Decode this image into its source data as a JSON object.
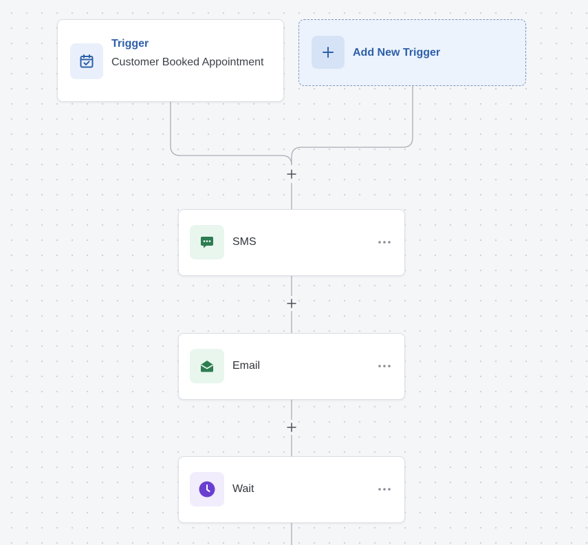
{
  "trigger": {
    "title": "Trigger",
    "description": "Customer Booked Appointment",
    "icon": "calendar-check-icon"
  },
  "add_trigger": {
    "label": "Add New Trigger",
    "icon": "plus-icon"
  },
  "steps": [
    {
      "label": "SMS",
      "icon": "chat-bubble-icon",
      "accent": "#2e7d52",
      "icon_bg": "#e8f6ee"
    },
    {
      "label": "Email",
      "icon": "envelope-open-icon",
      "accent": "#2e7d52",
      "icon_bg": "#e8f6ee"
    },
    {
      "label": "Wait",
      "icon": "clock-icon",
      "accent": "#6a3fcf",
      "icon_bg": "#f1edfc"
    }
  ],
  "colors": {
    "trigger_accent": "#2d5fa8",
    "connector": "#a9adb4"
  }
}
